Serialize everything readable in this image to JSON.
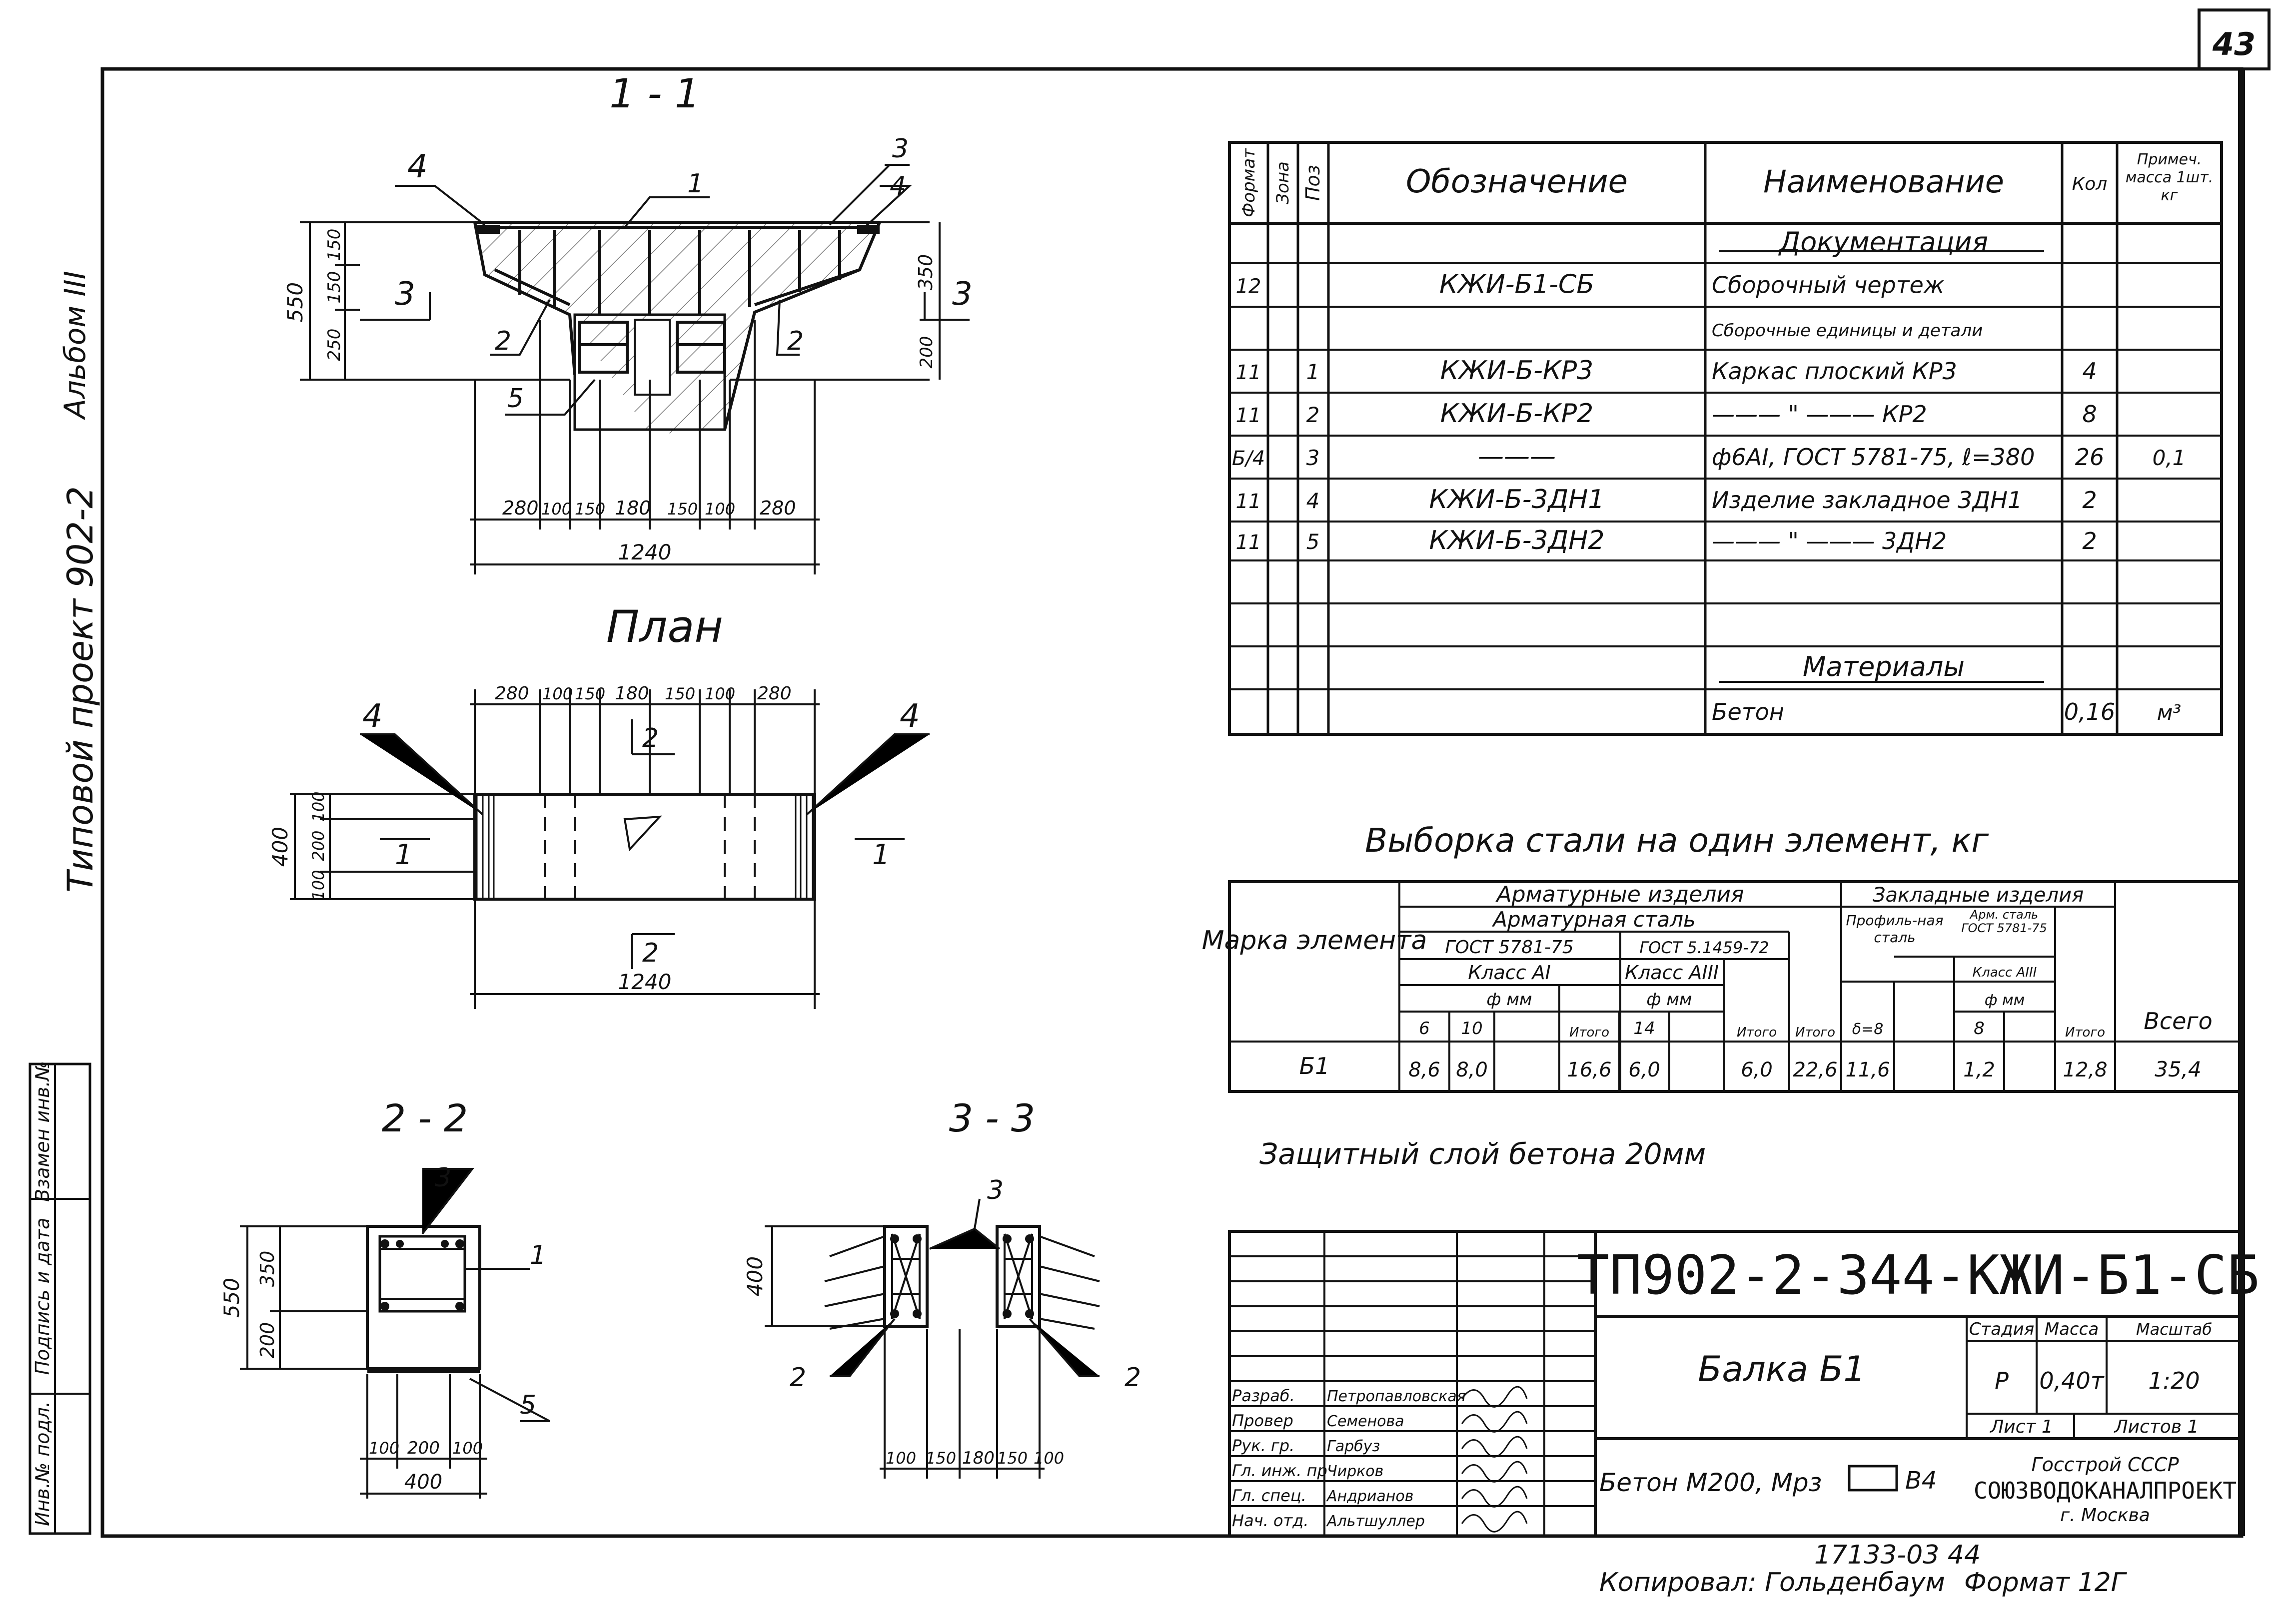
{
  "sheet": {
    "number": "43",
    "album": "Альбом III",
    "project": "Типовой проект 902-2",
    "stamp": [
      "Инв.№ подл.",
      "Подпись и дата",
      "Взамен инв.№"
    ]
  },
  "views": {
    "section_1_1": {
      "title": "1 - 1",
      "position_labels": [
        "1",
        "2",
        "2",
        "3",
        "4",
        "4",
        "5"
      ],
      "cut_label": "3",
      "dims_vertical_left": [
        "550",
        "150",
        "150",
        "250"
      ],
      "dims_vertical_right": [
        "350",
        "200"
      ],
      "dims_horizontal": [
        "280",
        "100",
        "150",
        "180",
        "150",
        "100",
        "280"
      ],
      "total_width": "1240"
    },
    "plan": {
      "title": "План",
      "dims_top": [
        "280",
        "100",
        "150",
        "180",
        "150",
        "100",
        "280"
      ],
      "dims_vertical": [
        "400",
        "100",
        "200",
        "100"
      ],
      "total_width": "1240",
      "position_labels": [
        "4",
        "4"
      ],
      "cut_labels": [
        "1",
        "1",
        "2",
        "2"
      ]
    },
    "section_2_2": {
      "title": "2 - 2",
      "position_labels": [
        "3",
        "1",
        "5"
      ],
      "dims_vertical": [
        "550",
        "350",
        "200"
      ],
      "dims_horizontal": [
        "100",
        "200",
        "100"
      ],
      "total_width": "400"
    },
    "section_3_3": {
      "title": "3 - 3",
      "position_labels": [
        "3",
        "2",
        "2"
      ],
      "dims_vertical": [
        "400"
      ],
      "dims_horizontal": [
        "100",
        "150",
        "180",
        "150",
        "100"
      ]
    }
  },
  "spec_table": {
    "headers": {
      "format": "Формат",
      "zone": "Зона",
      "pos": "Поз",
      "designation": "Обозначение",
      "name": "Наименование",
      "qty": "Кол",
      "note": "Примеч. масса 1шт. кг"
    },
    "rows": [
      {
        "format": "",
        "pos": "",
        "designation": "",
        "name": "Документация",
        "qty": "",
        "note": "",
        "heading": true
      },
      {
        "format": "12",
        "pos": "",
        "designation": "КЖИ-Б1-СБ",
        "name": "Сборочный чертеж",
        "qty": "",
        "note": ""
      },
      {
        "format": "",
        "pos": "",
        "designation": "",
        "name": "Сборочные единицы и детали",
        "qty": "",
        "note": "",
        "small": true
      },
      {
        "format": "11",
        "pos": "1",
        "designation": "КЖИ-Б-КР3",
        "name": "Каркас плоский КР3",
        "qty": "4",
        "note": ""
      },
      {
        "format": "11",
        "pos": "2",
        "designation": "КЖИ-Б-КР2",
        "name": "——— \" ——— КР2",
        "qty": "8",
        "note": ""
      },
      {
        "format": "Б/4",
        "pos": "3",
        "designation": "———",
        "name": "ф6АI, ГОСТ 5781-75, ℓ=380",
        "qty": "26",
        "note": "0,1"
      },
      {
        "format": "11",
        "pos": "4",
        "designation": "КЖИ-Б-3ДН1",
        "name": "Изделие закладное 3ДН1",
        "qty": "2",
        "note": ""
      },
      {
        "format": "11",
        "pos": "5",
        "designation": "КЖИ-Б-3ДН2",
        "name": "——— \" ——— 3ДН2",
        "qty": "2",
        "note": ""
      },
      {
        "format": "",
        "pos": "",
        "designation": "",
        "name": "",
        "qty": "",
        "note": ""
      },
      {
        "format": "",
        "pos": "",
        "designation": "",
        "name": "",
        "qty": "",
        "note": ""
      },
      {
        "format": "",
        "pos": "",
        "designation": "",
        "name": "Материалы",
        "qty": "",
        "note": "",
        "heading": true
      },
      {
        "format": "",
        "pos": "",
        "designation": "",
        "name": "Бетон",
        "qty": "0,16",
        "note": "м³"
      }
    ]
  },
  "steel_table": {
    "title": "Выборка стали на один элемент, кг",
    "h_mark": "Марка элемента",
    "h_arm_items": "Арматурные изделия",
    "h_embedded": "Закладные изделия",
    "h_arm_steel": "Арматурная сталь",
    "h_gost1": "ГОСТ 5781-75",
    "h_gost2": "ГОСТ 5.1459-72",
    "h_class1": "Класс АI",
    "h_class2": "Класс АIII",
    "h_phi_mm": "ф мм",
    "h_d6": "6",
    "h_d10": "10",
    "h_d14": "14",
    "h_total": "Итого",
    "h_profile": "Профиль-ная сталь",
    "h_delta": "δ=8",
    "h_arm_steel_gost": "Арм. сталь ГОСТ 5781-75",
    "h_class3": "Класс АIII",
    "h_d8": "8",
    "h_all": "Всего",
    "row": {
      "mark": "Б1",
      "v6": "8,6",
      "v10": "8,0",
      "total1": "16,6",
      "v14": "6,0",
      "total2": "6,0",
      "total3": "22,6",
      "profile": "11,6",
      "v8": "1,2",
      "total4": "12,8",
      "all": "35,4"
    }
  },
  "note": "Защитный слой бетона 20мм",
  "title_block": {
    "code": "ТП902-2-344-КЖИ-Б1-СБ",
    "object_name": "Балка Б1",
    "material": "Бетон М200, Мрз",
    "material_suffix": "В4",
    "stage_label": "Стадия",
    "mass_label": "Масса",
    "scale_label": "Масштаб",
    "stage": "Р",
    "mass": "0,40т",
    "scale": "1:20",
    "sheet_label": "Лист 1",
    "sheets_label": "Листов 1",
    "org_line1": "Госстрой СССР",
    "org_line2": "СОЮЗВОДОКАНАЛПРОЕКТ",
    "org_line3": "г. Москва",
    "people": [
      {
        "role": "Разраб.",
        "name": "Петропавловская"
      },
      {
        "role": "Провер",
        "name": "Семенова"
      },
      {
        "role": "Рук. гр.",
        "name": "Гарбуз"
      },
      {
        "role": "Гл. инж. пр",
        "name": "Чирков"
      },
      {
        "role": "Гл. спец.",
        "name": "Андрианов"
      },
      {
        "role": "Нач. отд.",
        "name": "Альтшуллер"
      }
    ]
  },
  "footer": {
    "order": "17133-03  44",
    "copied": "Копировал: Гольденбаум",
    "format": "Формат 12Г"
  }
}
